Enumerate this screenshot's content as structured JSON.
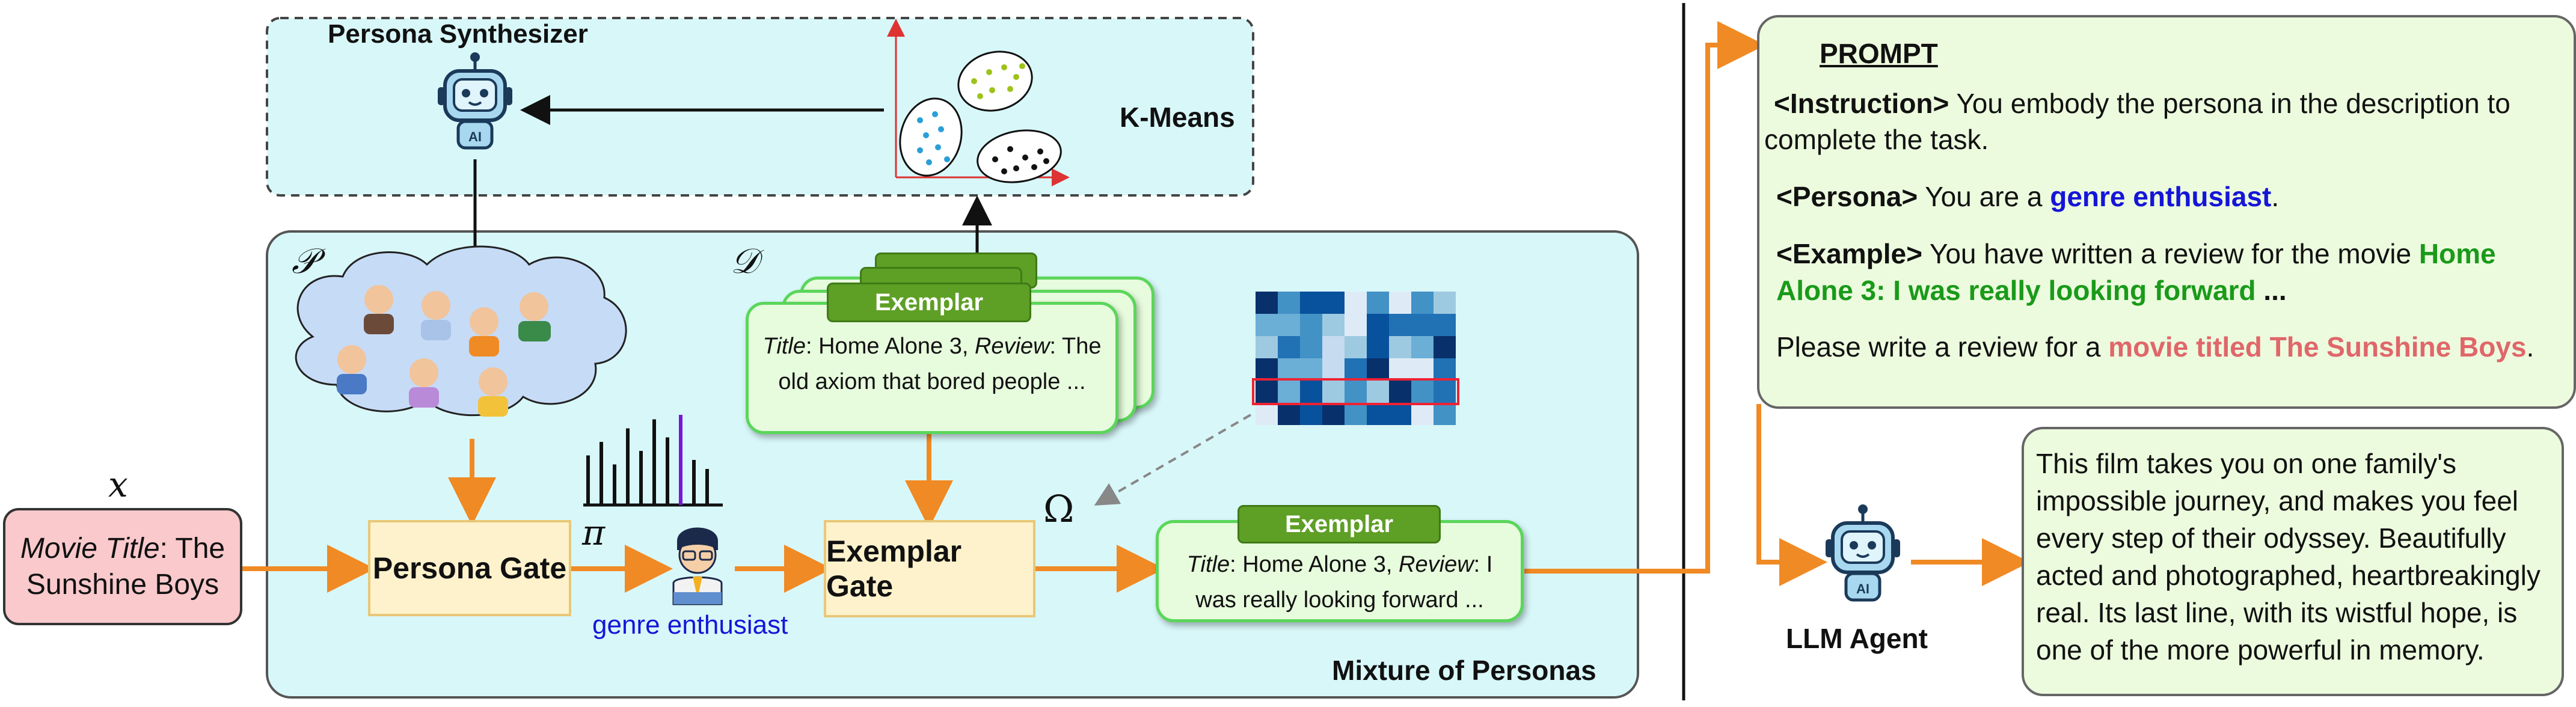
{
  "persona_synthesizer": {
    "title": "Persona Synthesizer"
  },
  "kmeans": {
    "label": "K-Means"
  },
  "symbols": {
    "P": "𝒫",
    "D": "𝒟",
    "pi": "π",
    "omega": "Ω",
    "x": "x"
  },
  "input": {
    "italic": "Movie Title",
    "rest": ": The Sunshine Boys"
  },
  "persona_gate": {
    "label": "Persona Gate"
  },
  "exemplar_gate": {
    "label": "Exemplar Gate"
  },
  "selected_persona": {
    "label": "genre enthusiast"
  },
  "mixture": {
    "label": "Mixture of Personas"
  },
  "exemplar_stack": {
    "tab": "Exemplar",
    "title_key": "Title",
    "title_val": ": Home Alone 3, ",
    "review_key": "Review",
    "review_val": ": The old axiom that bored people ..."
  },
  "exemplar_out": {
    "tab": "Exemplar",
    "title_key": "Title",
    "title_val": ": Home Alone 3, ",
    "review_key": "Review",
    "review_val": ": I was really looking forward ..."
  },
  "prompt": {
    "title": "PROMPT",
    "instruction_tag": "<Instruction>",
    "instruction_text": " You embody the persona in the description to complete the task.",
    "persona_tag": "<Persona>",
    "persona_pre": " You are a ",
    "persona_value": "genre enthusiast",
    "persona_post": ".",
    "example_tag": "<Example>",
    "example_pre": "  You have written a review for the movie ",
    "example_value": "Home Alone 3: I was really looking forward",
    "example_post": " ...",
    "task_pre": "Please write a review for a ",
    "task_value": "movie titled The Sunshine Boys",
    "task_post": "."
  },
  "llm_agent": {
    "label": "LLM Agent"
  },
  "output": {
    "text": "This film takes you on one family's impossible journey, and makes you feel every step of their odyssey. Beautifully acted and photographed, heartbreakingly real. Its last line, with its wistful hope, is one of the more powerful in memory."
  },
  "colors": {
    "arrow": "#f08a24",
    "cyan_panel": "#d8f7f9",
    "gate": "#fef2cc",
    "exemplar_tab": "#5e9f26",
    "highlight_blue": "#1515d8",
    "highlight_green": "#1a9a1a",
    "highlight_red": "#e0666a"
  },
  "persona_weights": [
    0.55,
    0.7,
    0.45,
    0.85,
    0.6,
    0.95,
    0.75,
    1.0,
    0.5,
    0.4
  ],
  "persona_weights_highlight_index": 7
}
